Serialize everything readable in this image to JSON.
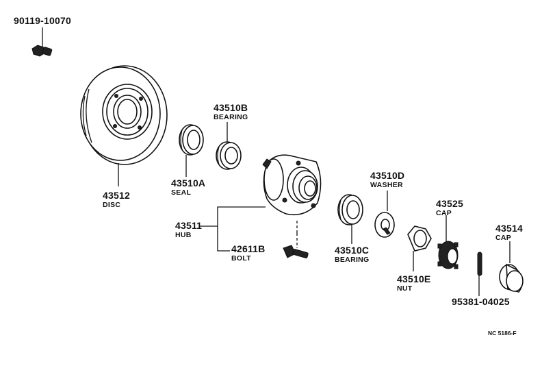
{
  "labels": {
    "bolt_top": {
      "number": "90119-10070"
    },
    "disc": {
      "number": "43512",
      "name": "DISC"
    },
    "seal": {
      "number": "43510A",
      "name": "SEAL"
    },
    "bearing_in": {
      "number": "43510B",
      "name": "BEARING"
    },
    "hub": {
      "number": "43511",
      "name": "HUB"
    },
    "hub_bolt": {
      "number": "42611B",
      "name": "BOLT"
    },
    "bearing_out": {
      "number": "43510C",
      "name": "BEARING"
    },
    "washer": {
      "number": "43510D",
      "name": "WASHER"
    },
    "nut": {
      "number": "43510E",
      "name": "NUT"
    },
    "nut_cap": {
      "number": "43525",
      "name": "CAP"
    },
    "pin": {
      "number": "95381-04025"
    },
    "grease_cap": {
      "number": "43514",
      "name": "CAP"
    }
  },
  "ref_code": "NC 5186-F"
}
